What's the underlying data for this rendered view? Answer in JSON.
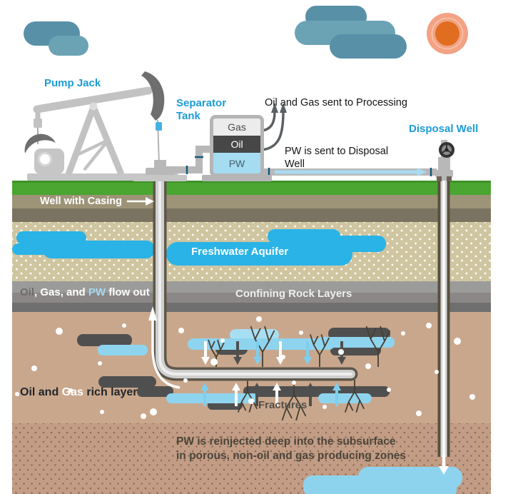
{
  "labels": {
    "pump_jack": "Pump Jack",
    "separator_tank": "Separator Tank",
    "processing": "Oil and Gas sent to Processing",
    "pw_to_disposal": "PW is sent to Disposal Well",
    "disposal_well": "Disposal Well",
    "well_with_casing": "Well with Casing",
    "freshwater_aquifer": "Freshwater Aquifer",
    "confining_rock": "Confining Rock Layers",
    "fractures": "Fractures",
    "reinjected_1": "PW is reinjected deep into the subsurface",
    "reinjected_2": "in porous, non-oil and gas producing zones"
  },
  "flow_out": {
    "oil": "Oil",
    "mid": ", Gas, and ",
    "pw": "PW",
    "suffix": " flow out"
  },
  "rich_layer": {
    "prefix": "Oil and ",
    "gas": "Gas",
    "suffix": " rich layer"
  },
  "tank": {
    "gas": "Gas",
    "oil": "Oil",
    "pw": "PW"
  },
  "palette": {
    "label_blue": "#1b9cd8",
    "aquifer_blue": "#29b3e7",
    "pw_light_blue": "#a5dcf2",
    "pipe_flow_blue": "#a9daf0",
    "grass_green": "#4aa531",
    "soil_olive": "#9d9478",
    "soil_dark_olive": "#7b7361",
    "dotted_sand": "#cfc5a0",
    "confining_gray": "#8b8787",
    "reservoir_brown": "#c9a78d",
    "injection_zone_brown": "#c29c84",
    "oil_pocket_dark": "#4f4f4f",
    "sun_orange": "#e06d20",
    "cloud_blue": "#5890a8"
  }
}
